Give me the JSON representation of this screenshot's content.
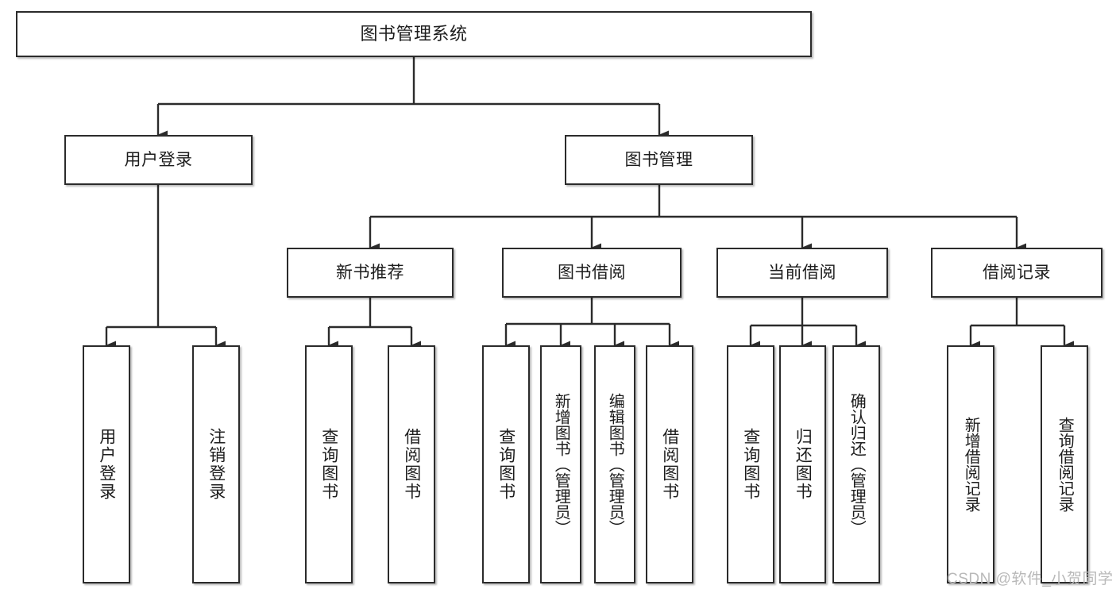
{
  "diagram": {
    "type": "tree",
    "title": "图书管理系统",
    "orientation": "top-down",
    "colors": {
      "box_border": "#2b2b2b",
      "box_fill": "#ffffff",
      "connector": "#2b2b2b",
      "text": "#1d1d1d",
      "watermark": "#b9b9b9"
    },
    "root": {
      "label": "图书管理系统"
    },
    "level2": [
      {
        "label": "用户登录"
      },
      {
        "label": "图书管理"
      }
    ],
    "level3": [
      {
        "label": "新书推荐"
      },
      {
        "label": "图书借阅"
      },
      {
        "label": "当前借阅"
      },
      {
        "label": "借阅记录"
      }
    ],
    "leaves": {
      "user_login": [
        {
          "label": "用户登录"
        },
        {
          "label": "注销登录"
        }
      ],
      "new_book_recommend": [
        {
          "label": "查询图书"
        },
        {
          "label": "借阅图书"
        }
      ],
      "book_borrow": [
        {
          "label": "查询图书"
        },
        {
          "label": "新增图书（管理员）"
        },
        {
          "label": "编辑图书（管理员）"
        },
        {
          "label": "借阅图书"
        }
      ],
      "current_borrow": [
        {
          "label": "查询图书"
        },
        {
          "label": "归还图书"
        },
        {
          "label": "确认归还（管理员）"
        }
      ],
      "borrow_record": [
        {
          "label": "新增借阅记录"
        },
        {
          "label": "查询借阅记录"
        }
      ]
    }
  },
  "watermark": {
    "text": "CSDN @软件_小贺同学"
  }
}
